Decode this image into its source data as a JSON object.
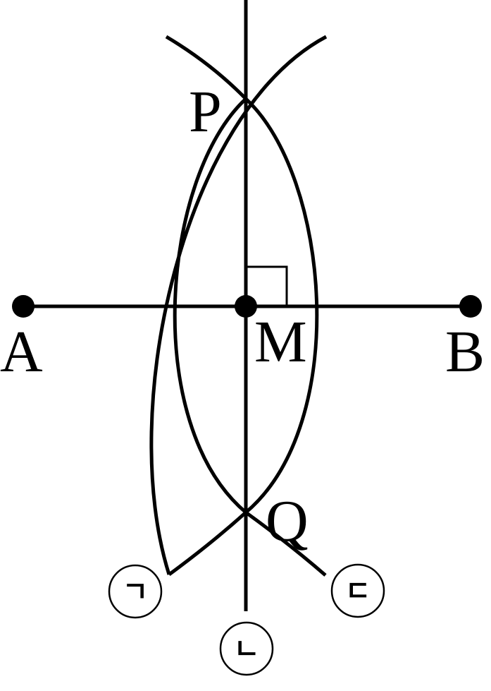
{
  "colors": {
    "ink": "#000000",
    "background": "#ffffff"
  },
  "points": {
    "A": "A",
    "B": "B",
    "M": "M",
    "P": "P",
    "Q": "Q"
  },
  "markers": {
    "giyeok": "ㄱ",
    "nieun": "ㄴ",
    "digeut": "ㄷ"
  }
}
